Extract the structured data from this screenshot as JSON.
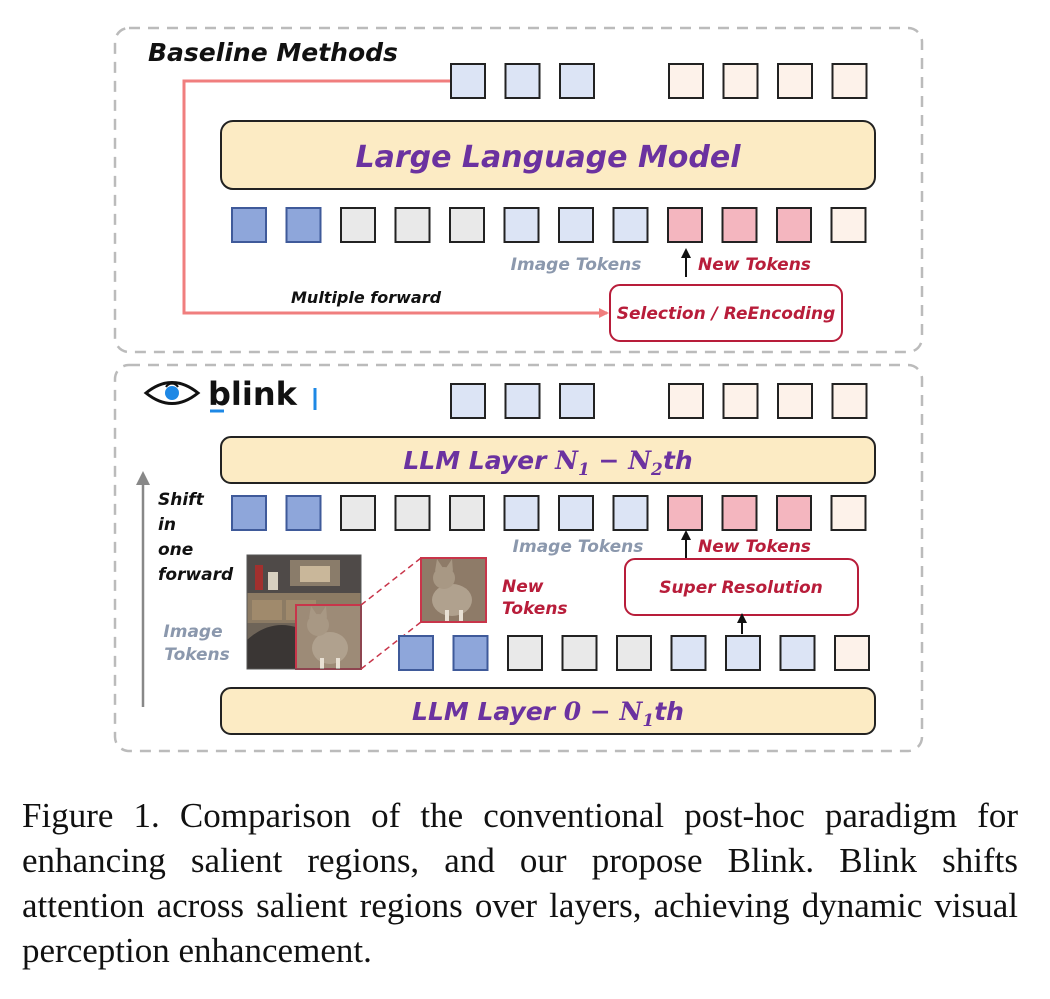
{
  "colors": {
    "token_dark": "#8EA6DA",
    "token_dark_stroke": "#3F5A9A",
    "token_gray": "#E9E9E9",
    "token_light": "#DCE4F5",
    "token_pink": "#F4B6BF",
    "token_cream": "#FDF2EA",
    "stroke": "#222222",
    "llm_fill": "#FCEBC4",
    "purple": "#6B32A0",
    "red": "#B81D3A",
    "salmon": "#F07E7E",
    "gray_text": "#8B98AD"
  },
  "baseline": {
    "title": "Baseline Methods",
    "llm_label": "Large Language Model",
    "image_tokens_label": "Image Tokens",
    "new_tokens_label": "New Tokens",
    "multiple_forward_label": "Multiple forward",
    "selection_label": "Selection / ReEncoding",
    "top_row": [
      "light",
      "light",
      "light",
      "",
      "cream",
      "cream",
      "cream",
      "cream"
    ],
    "mid_row": [
      "dark",
      "dark",
      "gray",
      "gray",
      "gray",
      "light",
      "light",
      "light",
      "pink",
      "pink",
      "pink",
      "cream"
    ]
  },
  "blink": {
    "logo_text": "blink",
    "logo_icon": "eye-icon",
    "llm_upper_text": "LLM Layer ",
    "llm_upper_math": "N",
    "llm_upper_sub1": "1",
    "llm_upper_minus": " − ",
    "llm_upper_sub2": "2",
    "llm_upper_suffix": "th",
    "llm_lower_text": "LLM Layer ",
    "llm_lower_math": "0 − N",
    "llm_lower_sub": "1",
    "llm_lower_suffix": "th",
    "shift_lines": [
      "Shift",
      "in",
      "one",
      "forward"
    ],
    "image_tokens_label": "Image Tokens",
    "new_tokens_label": "New Tokens",
    "left_image_tokens_lines": [
      "Image",
      "Tokens"
    ],
    "left_new_tokens_lines": [
      "New",
      "Tokens"
    ],
    "super_resolution_label": "Super Resolution",
    "top_row": [
      "light",
      "light",
      "light",
      "",
      "cream",
      "cream",
      "cream",
      "cream"
    ],
    "mid_row": [
      "dark",
      "dark",
      "gray",
      "gray",
      "gray",
      "light",
      "light",
      "light",
      "pink",
      "pink",
      "pink",
      "cream"
    ],
    "bottom_row": [
      "dark",
      "dark",
      "gray",
      "gray",
      "gray",
      "light",
      "light",
      "light",
      "cream"
    ]
  },
  "caption": "Figure 1. Comparison of the conventional post-hoc paradigm for enhancing salient regions, and our propose Blink. Blink shifts attention across salient regions over layers, achieving dynamic visual perception enhancement."
}
